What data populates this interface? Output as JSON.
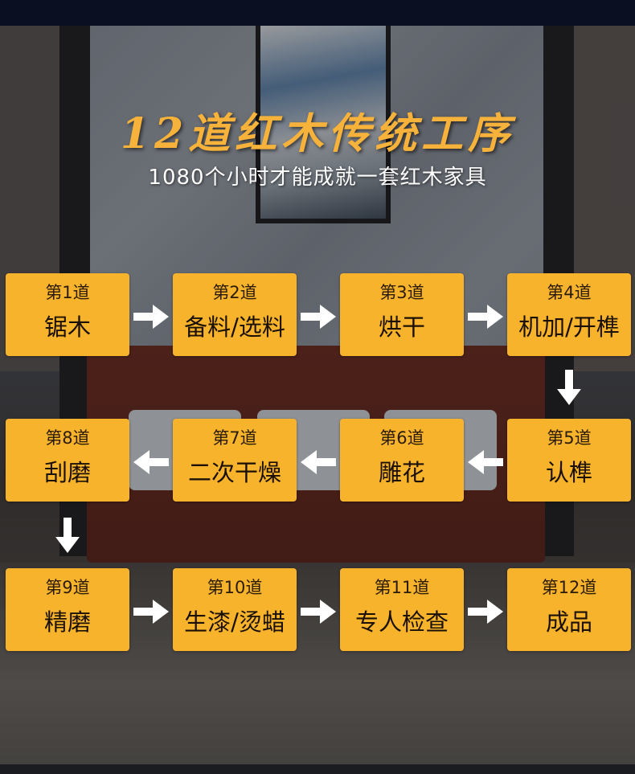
{
  "header": {
    "title": "12道红木传统工序",
    "subtitle": "1080个小时才能成就一套红木家具"
  },
  "colors": {
    "step_fill": "#f7b32b",
    "title": "#f6b23a",
    "arrow": "#ffffff"
  },
  "steps": [
    {
      "num": "第1道",
      "name": "锯木"
    },
    {
      "num": "第2道",
      "name": "备料/选料"
    },
    {
      "num": "第3道",
      "name": "烘干"
    },
    {
      "num": "第4道",
      "name": "机加/开榫"
    },
    {
      "num": "第5道",
      "name": "认榫"
    },
    {
      "num": "第6道",
      "name": "雕花"
    },
    {
      "num": "第7道",
      "name": "二次干燥"
    },
    {
      "num": "第8道",
      "name": "刮磨"
    },
    {
      "num": "第9道",
      "name": "精磨"
    },
    {
      "num": "第10道",
      "name": "生漆/烫蜡"
    },
    {
      "num": "第11道",
      "name": "专人检查"
    },
    {
      "num": "第12道",
      "name": "成品"
    }
  ],
  "arrows": [
    {
      "from": 1,
      "to": 2,
      "direction": "right"
    },
    {
      "from": 2,
      "to": 3,
      "direction": "right"
    },
    {
      "from": 3,
      "to": 4,
      "direction": "right"
    },
    {
      "from": 4,
      "to": 5,
      "direction": "down"
    },
    {
      "from": 5,
      "to": 6,
      "direction": "left"
    },
    {
      "from": 6,
      "to": 7,
      "direction": "left"
    },
    {
      "from": 7,
      "to": 8,
      "direction": "left"
    },
    {
      "from": 8,
      "to": 9,
      "direction": "down"
    },
    {
      "from": 9,
      "to": 10,
      "direction": "right"
    },
    {
      "from": 10,
      "to": 11,
      "direction": "right"
    },
    {
      "from": 11,
      "to": 12,
      "direction": "right"
    }
  ]
}
